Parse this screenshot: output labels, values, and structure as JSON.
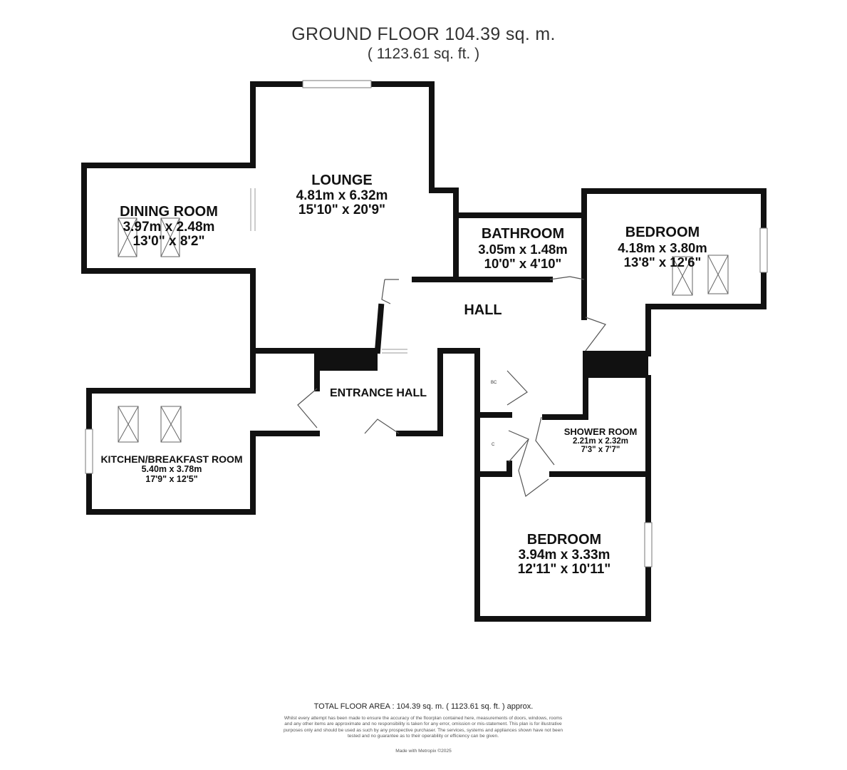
{
  "header": {
    "floor_title": "GROUND FLOOR 104.39 sq. m.",
    "floor_imperial": "( 1123.61 sq. ft. )"
  },
  "rooms": {
    "lounge": {
      "name": "LOUNGE",
      "metric": "4.81m x 6.32m",
      "imperial": "15'10\" x 20'9\""
    },
    "dining": {
      "name": "DINING ROOM",
      "metric": "3.97m x 2.48m",
      "imperial": "13'0\" x 8'2\""
    },
    "bathroom": {
      "name": "BATHROOM",
      "metric": "3.05m x 1.48m",
      "imperial": "10'0\" x 4'10\""
    },
    "bedroom1": {
      "name": "BEDROOM",
      "metric": "4.18m x 3.80m",
      "imperial": "13'8\" x 12'6\""
    },
    "hall": {
      "name": "HALL"
    },
    "entrance_hall": {
      "name": "ENTRANCE HALL"
    },
    "kitchen": {
      "name": "KITCHEN/BREAKFAST ROOM",
      "metric": "5.40m x 3.78m",
      "imperial": "17'9\" x 12'5\""
    },
    "shower": {
      "name": "SHOWER ROOM",
      "metric": "2.21m x 2.32m",
      "imperial": "7'3\" x 7'7\""
    },
    "bedroom2": {
      "name": "BEDROOM",
      "metric": "3.94m x 3.33m",
      "imperial": "12'11\" x 10'11\""
    }
  },
  "cupboards": {
    "bc": "BC",
    "c": "C"
  },
  "footer": {
    "total": "TOTAL FLOOR AREA : 104.39 sq. m. ( 1123.61 sq. ft. ) approx.",
    "disclaimer": "Whilst every attempt has been made to ensure the accuracy of the floorplan contained here, measurements of doors, windows, rooms and any other items are approximate and no responsibility is taken for any error, omission or mis-statement. This plan is for illustrative purposes only and should be used as such by any prospective purchaser. The services, systems and appliances shown have not been tested and no guarantee as to their operability or efficiency can be given.",
    "made_with": "Made with Metropix ©2025"
  },
  "colors": {
    "wall": "#111111",
    "background": "#ffffff",
    "text": "#111111"
  }
}
